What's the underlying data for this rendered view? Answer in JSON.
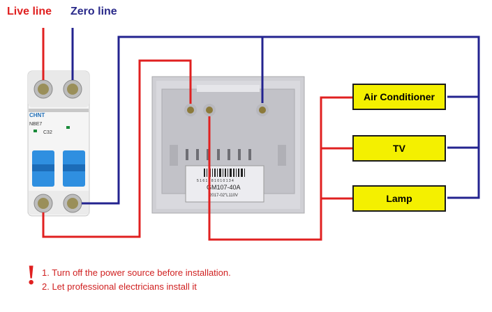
{
  "header": {
    "live_label": "Live line",
    "zero_label": "Zero line"
  },
  "breaker": {
    "brand": "CHNT",
    "model": "NBE7",
    "rating": "C32"
  },
  "switch_panel": {
    "model": "GM107-40A",
    "barcode_digits": "5 1 6 1 6 8 1 0 1 0 1 3 4",
    "spec": "2017-02\"L110V"
  },
  "loads": [
    {
      "label": "Air Conditioner"
    },
    {
      "label": "TV"
    },
    {
      "label": "Lamp"
    }
  ],
  "warnings": {
    "mark": "!",
    "items": [
      "1. Turn off the power source before installation.",
      "2. Let professional electricians install it"
    ]
  },
  "colors": {
    "live": "#e02020",
    "zero": "#23238f",
    "load_box": "#f4f000"
  }
}
